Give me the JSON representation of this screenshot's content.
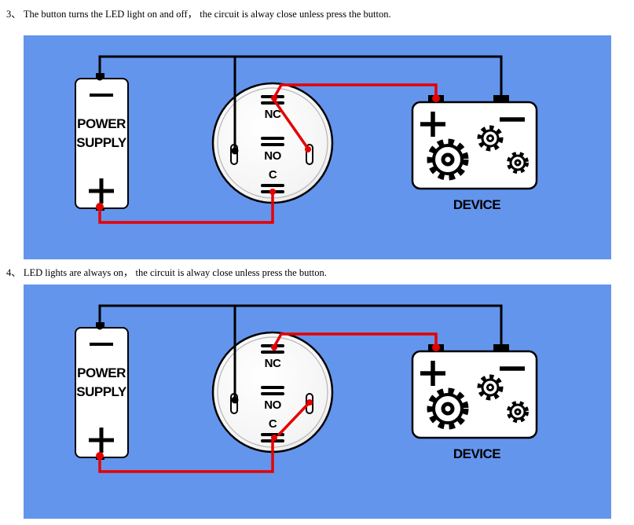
{
  "captions": {
    "item3": "3、 The button turns the LED light on and off， the circuit is alway close unless press the button.",
    "item4": "4、 LED lights are always on， the circuit is alway close unless press the button."
  },
  "diagram": {
    "power_line1": "POWER",
    "power_line2": "SUPPLY",
    "nc_label": "NC",
    "no_label": "NO",
    "c_label": "C",
    "device_label": "DEVICE"
  },
  "icons": {
    "gear": "gear"
  },
  "colors": {
    "panel_blue": "#6495ed",
    "wire_red": "#e60000",
    "wire_black": "#000000"
  }
}
